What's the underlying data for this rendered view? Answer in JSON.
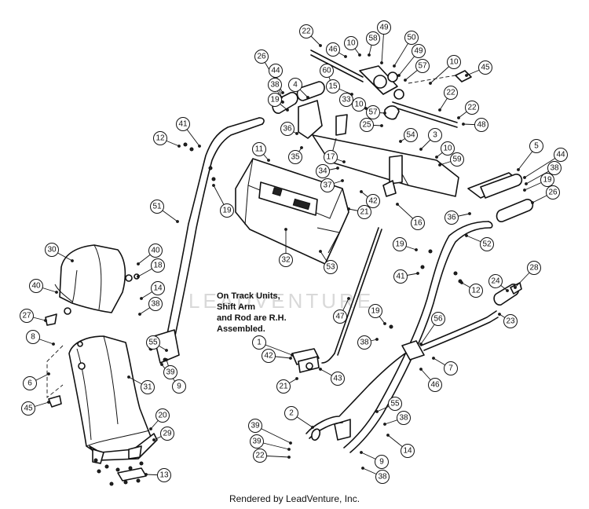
{
  "watermark": "LEADVENTURE",
  "note": [
    "On Track Units,",
    "Shift Arm",
    "and Rod are R.H.",
    "Assembled."
  ],
  "footer": "Rendered by LeadVenture, Inc.",
  "callouts": [
    {
      "id": "c22a",
      "label": "22"
    },
    {
      "id": "c46a",
      "label": "46"
    },
    {
      "id": "c10a",
      "label": "10"
    },
    {
      "id": "c58",
      "label": "58"
    },
    {
      "id": "c49a",
      "label": "49"
    },
    {
      "id": "c50",
      "label": "50"
    },
    {
      "id": "c49b",
      "label": "49"
    },
    {
      "id": "c57a",
      "label": "57"
    },
    {
      "id": "c10b",
      "label": "10"
    },
    {
      "id": "c45a",
      "label": "45"
    },
    {
      "id": "c26a",
      "label": "26"
    },
    {
      "id": "c44a",
      "label": "44"
    },
    {
      "id": "c38a",
      "label": "38"
    },
    {
      "id": "c19a",
      "label": "19"
    },
    {
      "id": "c4",
      "label": "4"
    },
    {
      "id": "c60",
      "label": "60"
    },
    {
      "id": "c15",
      "label": "15"
    },
    {
      "id": "c22b",
      "label": "22"
    },
    {
      "id": "c33",
      "label": "33"
    },
    {
      "id": "c10c",
      "label": "10"
    },
    {
      "id": "c57b",
      "label": "57"
    },
    {
      "id": "c22c",
      "label": "22"
    },
    {
      "id": "c25",
      "label": "25"
    },
    {
      "id": "c48a",
      "label": "48"
    },
    {
      "id": "c36a",
      "label": "36"
    },
    {
      "id": "c41a",
      "label": "41"
    },
    {
      "id": "c12a",
      "label": "12"
    },
    {
      "id": "c54",
      "label": "54"
    },
    {
      "id": "c3",
      "label": "3"
    },
    {
      "id": "c11",
      "label": "11"
    },
    {
      "id": "c35",
      "label": "35"
    },
    {
      "id": "c17",
      "label": "17"
    },
    {
      "id": "c10d",
      "label": "10"
    },
    {
      "id": "c59",
      "label": "59"
    },
    {
      "id": "c5",
      "label": "5"
    },
    {
      "id": "c44b",
      "label": "44"
    },
    {
      "id": "c34",
      "label": "34"
    },
    {
      "id": "c38b",
      "label": "38"
    },
    {
      "id": "c37",
      "label": "37"
    },
    {
      "id": "c19b",
      "label": "19"
    },
    {
      "id": "c26b",
      "label": "26"
    },
    {
      "id": "c51",
      "label": "51"
    },
    {
      "id": "c19c",
      "label": "19"
    },
    {
      "id": "c42a",
      "label": "42"
    },
    {
      "id": "c21a",
      "label": "21"
    },
    {
      "id": "c36b",
      "label": "36"
    },
    {
      "id": "c16",
      "label": "16"
    },
    {
      "id": "c30",
      "label": "30"
    },
    {
      "id": "c40a",
      "label": "40"
    },
    {
      "id": "c18",
      "label": "18"
    },
    {
      "id": "c32",
      "label": "32"
    },
    {
      "id": "c52",
      "label": "52"
    },
    {
      "id": "c53",
      "label": "53"
    },
    {
      "id": "c19d",
      "label": "19"
    },
    {
      "id": "c28",
      "label": "28"
    },
    {
      "id": "c40b",
      "label": "40"
    },
    {
      "id": "c14a",
      "label": "14"
    },
    {
      "id": "c41b",
      "label": "41"
    },
    {
      "id": "c24",
      "label": "24"
    },
    {
      "id": "c12b",
      "label": "12"
    },
    {
      "id": "c38c",
      "label": "38"
    },
    {
      "id": "c27",
      "label": "27"
    },
    {
      "id": "c47",
      "label": "47"
    },
    {
      "id": "c19e",
      "label": "19"
    },
    {
      "id": "c23",
      "label": "23"
    },
    {
      "id": "c8",
      "label": "8"
    },
    {
      "id": "c55a",
      "label": "55"
    },
    {
      "id": "c56",
      "label": "56"
    },
    {
      "id": "c1",
      "label": "1"
    },
    {
      "id": "c38d",
      "label": "38"
    },
    {
      "id": "c42b",
      "label": "42"
    },
    {
      "id": "c7",
      "label": "7"
    },
    {
      "id": "c39a",
      "label": "39"
    },
    {
      "id": "c6",
      "label": "6"
    },
    {
      "id": "c9a",
      "label": "9"
    },
    {
      "id": "c43",
      "label": "43"
    },
    {
      "id": "c46b",
      "label": "46"
    },
    {
      "id": "c31",
      "label": "31"
    },
    {
      "id": "c21b",
      "label": "21"
    },
    {
      "id": "c45b",
      "label": "45"
    },
    {
      "id": "c55b",
      "label": "55"
    },
    {
      "id": "c38e",
      "label": "38"
    },
    {
      "id": "c2",
      "label": "2"
    },
    {
      "id": "c20",
      "label": "20"
    },
    {
      "id": "c39b",
      "label": "39"
    },
    {
      "id": "c39c",
      "label": "39"
    },
    {
      "id": "c14b",
      "label": "14"
    },
    {
      "id": "c29",
      "label": "29"
    },
    {
      "id": "c22d",
      "label": "22"
    },
    {
      "id": "c9b",
      "label": "9"
    },
    {
      "id": "c13",
      "label": "13"
    },
    {
      "id": "c38f",
      "label": "38"
    }
  ]
}
